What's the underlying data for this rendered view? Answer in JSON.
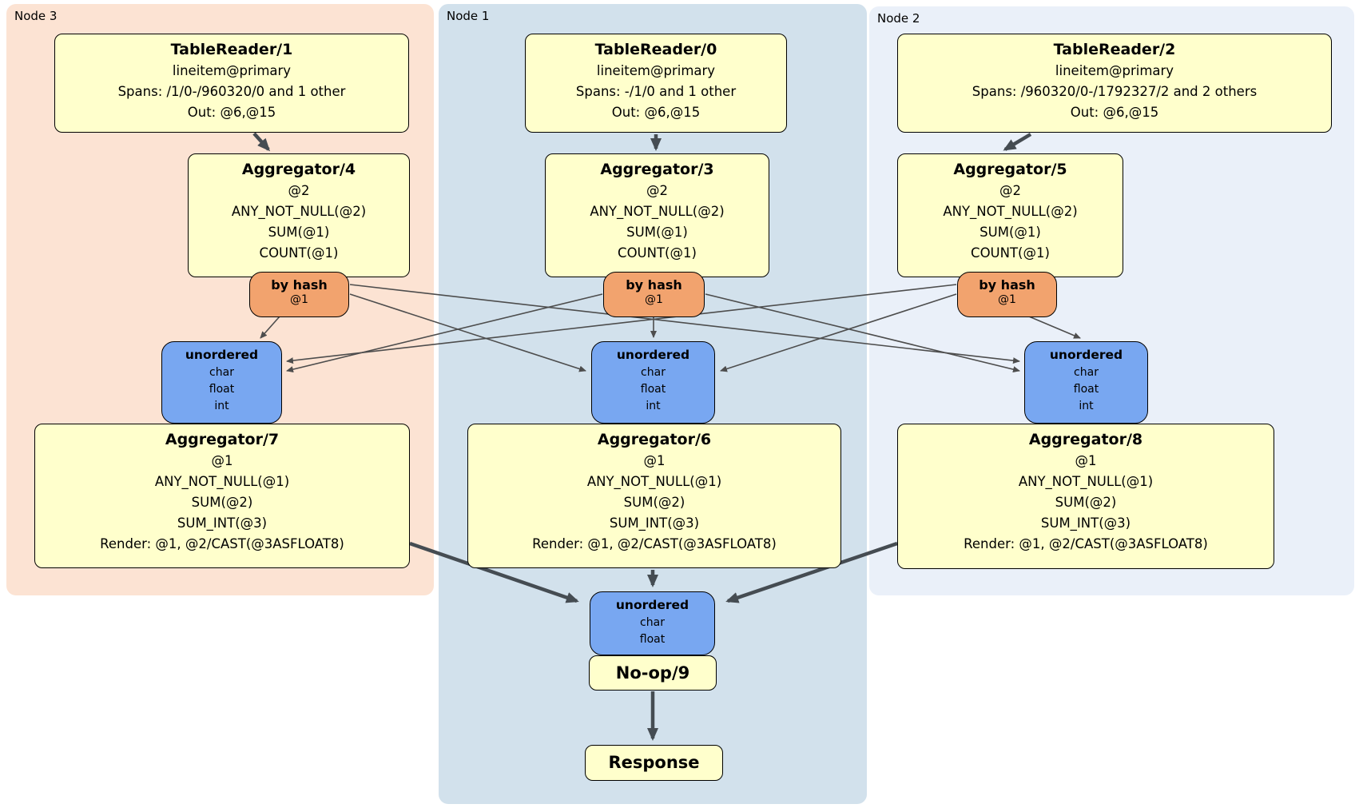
{
  "nodes": [
    {
      "label": "Node 3",
      "table_reader": {
        "title": "TableReader/1",
        "index": "lineitem@primary",
        "spans": "Spans: /1/0-/960320/0 and 1 other",
        "out": "Out: @6,@15"
      },
      "aggregator": {
        "title": "Aggregator/4",
        "group": "@2",
        "exprs": [
          "ANY_NOT_NULL(@2)",
          "SUM(@1)",
          "COUNT(@1)"
        ]
      },
      "router": {
        "label": "by hash",
        "key": "@1"
      },
      "stream": {
        "label": "unordered",
        "columns": [
          "char",
          "float",
          "int"
        ]
      },
      "final_aggregator": {
        "title": "Aggregator/7",
        "group": "@1",
        "exprs": [
          "ANY_NOT_NULL(@1)",
          "SUM(@2)",
          "SUM_INT(@3)"
        ],
        "render": "Render: @1, @2/CAST(@3ASFLOAT8)"
      }
    },
    {
      "label": "Node 1",
      "table_reader": {
        "title": "TableReader/0",
        "index": "lineitem@primary",
        "spans": "Spans: -/1/0 and 1 other",
        "out": "Out: @6,@15"
      },
      "aggregator": {
        "title": "Aggregator/3",
        "group": "@2",
        "exprs": [
          "ANY_NOT_NULL(@2)",
          "SUM(@1)",
          "COUNT(@1)"
        ]
      },
      "router": {
        "label": "by hash",
        "key": "@1"
      },
      "stream": {
        "label": "unordered",
        "columns": [
          "char",
          "float",
          "int"
        ]
      },
      "final_aggregator": {
        "title": "Aggregator/6",
        "group": "@1",
        "exprs": [
          "ANY_NOT_NULL(@1)",
          "SUM(@2)",
          "SUM_INT(@3)"
        ],
        "render": "Render: @1, @2/CAST(@3ASFLOAT8)"
      }
    },
    {
      "label": "Node 2",
      "table_reader": {
        "title": "TableReader/2",
        "index": "lineitem@primary",
        "spans": "Spans: /960320/0-/1792327/2 and 2 others",
        "out": "Out: @6,@15"
      },
      "aggregator": {
        "title": "Aggregator/5",
        "group": "@2",
        "exprs": [
          "ANY_NOT_NULL(@2)",
          "SUM(@1)",
          "COUNT(@1)"
        ]
      },
      "router": {
        "label": "by hash",
        "key": "@1"
      },
      "stream": {
        "label": "unordered",
        "columns": [
          "char",
          "float",
          "int"
        ]
      },
      "final_aggregator": {
        "title": "Aggregator/8",
        "group": "@1",
        "exprs": [
          "ANY_NOT_NULL(@1)",
          "SUM(@2)",
          "SUM_INT(@3)"
        ],
        "render": "Render: @1, @2/CAST(@3ASFLOAT8)"
      }
    }
  ],
  "sink": {
    "stream": {
      "label": "unordered",
      "columns": [
        "char",
        "float"
      ]
    },
    "noop": {
      "title": "No-op/9"
    },
    "response": {
      "title": "Response"
    }
  },
  "colors": {
    "node3_bg": "#fce3d3",
    "node1_bg": "#d2e1ec",
    "node2_bg": "#eaf0f9",
    "box_yellow": "#ffffcc",
    "router_orange": "#f2a36e",
    "stream_blue": "#78a7f1",
    "edge_thick": "#454c52",
    "edge_thin": "#4d4d4d"
  }
}
